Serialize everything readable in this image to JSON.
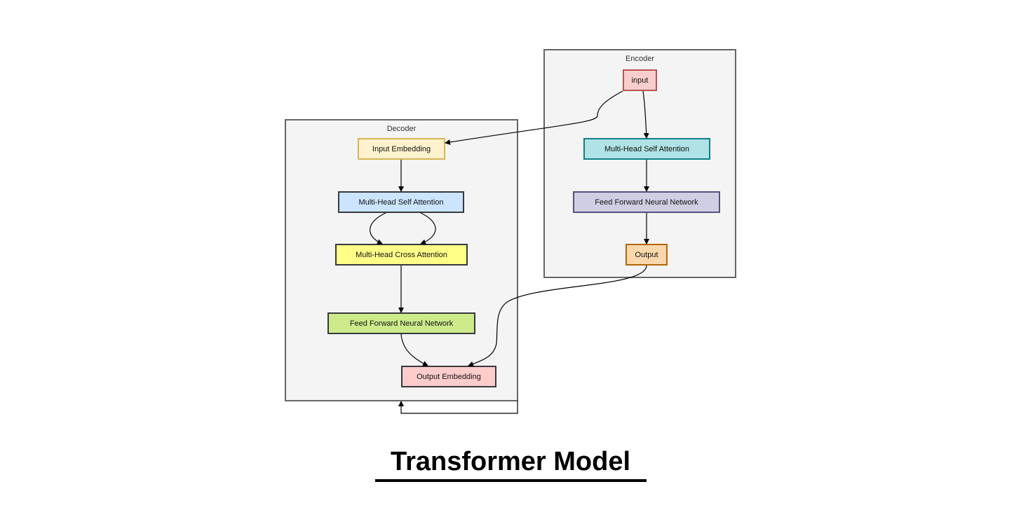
{
  "title": "Transformer Model",
  "encoder": {
    "label": "Encoder",
    "nodes": {
      "input": "input",
      "self_attention": "Multi-Head Self Attention",
      "ffn": "Feed Forward Neural Network",
      "output": "Output"
    }
  },
  "decoder": {
    "label": "Decoder",
    "nodes": {
      "input_embedding": "Input Embedding",
      "self_attention": "Multi-Head Self Attention",
      "cross_attention": "Multi-Head Cross Attention",
      "ffn": "Feed Forward Neural Network",
      "output_embedding": "Output Embedding"
    }
  },
  "colors": {
    "encoder_input_fill": "#f8cecc",
    "encoder_input_stroke": "#b85450",
    "encoder_self_attention_fill": "#b0e3e6",
    "encoder_self_attention_stroke": "#0e8088",
    "encoder_ffn_fill": "#d0cee2",
    "encoder_ffn_stroke": "#56517e",
    "encoder_output_fill": "#fad7ac",
    "encoder_output_stroke": "#b46504",
    "decoder_input_embedding_fill": "#fff2cc",
    "decoder_input_embedding_stroke": "#d6b656",
    "decoder_self_attention_fill": "#cce5ff",
    "decoder_self_attention_stroke": "#36393d",
    "decoder_cross_attention_fill": "#ffff88",
    "decoder_cross_attention_stroke": "#36393d",
    "decoder_ffn_fill": "#cdeb8b",
    "decoder_ffn_stroke": "#36393d",
    "decoder_output_embedding_fill": "#ffcccc",
    "decoder_output_embedding_stroke": "#36393d"
  }
}
